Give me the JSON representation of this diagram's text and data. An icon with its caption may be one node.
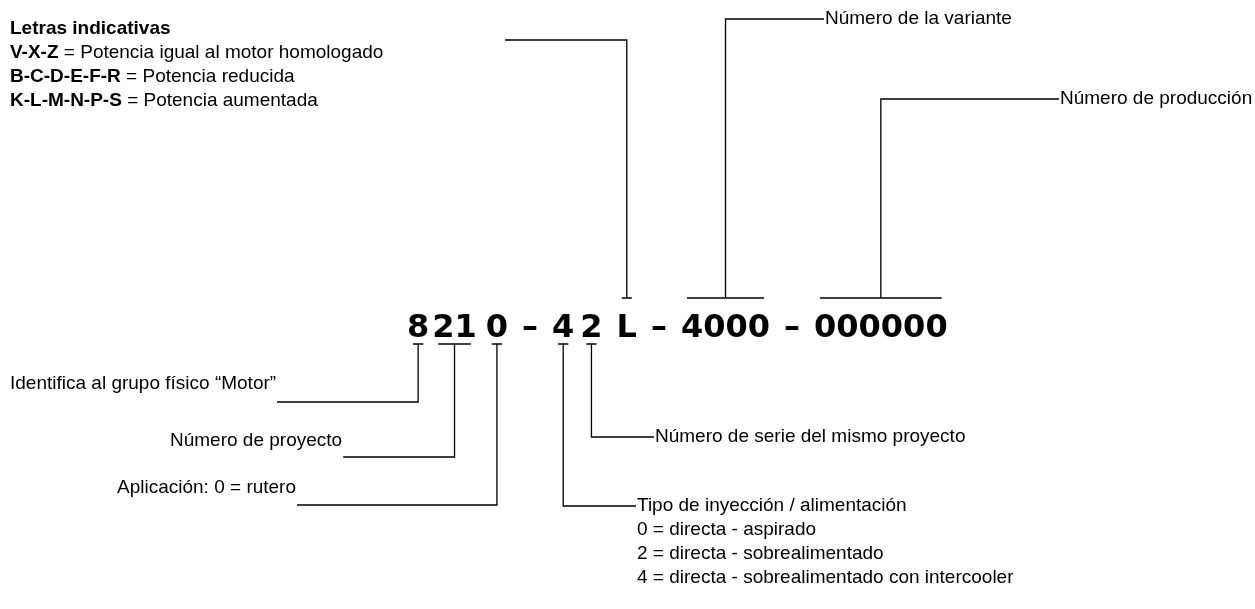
{
  "diagram": {
    "nodes": [
      {
        "text": [
          "Letras indicativas",
          "**V-X-Z** = Potencia igual al motor homologado",
          "**B-C-D-E-F-R** = Potencia reducida",
          "**K-L-M-N-P-S** = Potencia aumentada"
        ]
      },
      {
        "text": [
          "Número de la variante"
        ]
      },
      {
        "text": [
          "Número de producción"
        ]
      },
      {
        "text": [
          "8"
        ]
      },
      {
        "text": [
          "21"
        ]
      },
      {
        "text": [
          "0"
        ]
      },
      {
        "text": [
          "4"
        ]
      },
      {
        "text": [
          "2"
        ]
      },
      {
        "text": [
          "L"
        ]
      },
      {
        "text": [
          "4000"
        ]
      },
      {
        "text": [
          "000000"
        ]
      },
      {
        "text": [
          "Identifica al grupo físico “Motor”"
        ]
      },
      {
        "text": [
          "Número de proyecto"
        ]
      },
      {
        "text": [
          "Aplicación: 0 = rutero"
        ]
      },
      {
        "text": [
          "Número de serie del mismo proyecto"
        ]
      },
      {
        "text": [
          "Tipo de inyección / alimentación",
          "0 = directa - aspirado",
          "2 = directa - sobrealimentado",
          "4 = directa - sobrealimentado con intercooler"
        ]
      }
    ],
    "edges": [
      {
        "from": null,
        "to": 8,
        "arrow": "none"
      },
      {
        "from": 1,
        "to": 9,
        "arrow": "none"
      },
      {
        "from": 2,
        "to": 10,
        "arrow": "none"
      },
      {
        "from": 11,
        "to": 3,
        "arrow": "none"
      },
      {
        "from": 12,
        "to": 4,
        "arrow": "none"
      },
      {
        "from": 13,
        "to": 5,
        "arrow": "none"
      },
      {
        "from": 14,
        "to": 7,
        "arrow": "none"
      },
      {
        "from": 15,
        "to": 6,
        "arrow": "none"
      }
    ],
    "labels": [
      "–",
      "–",
      "–"
    ]
  }
}
